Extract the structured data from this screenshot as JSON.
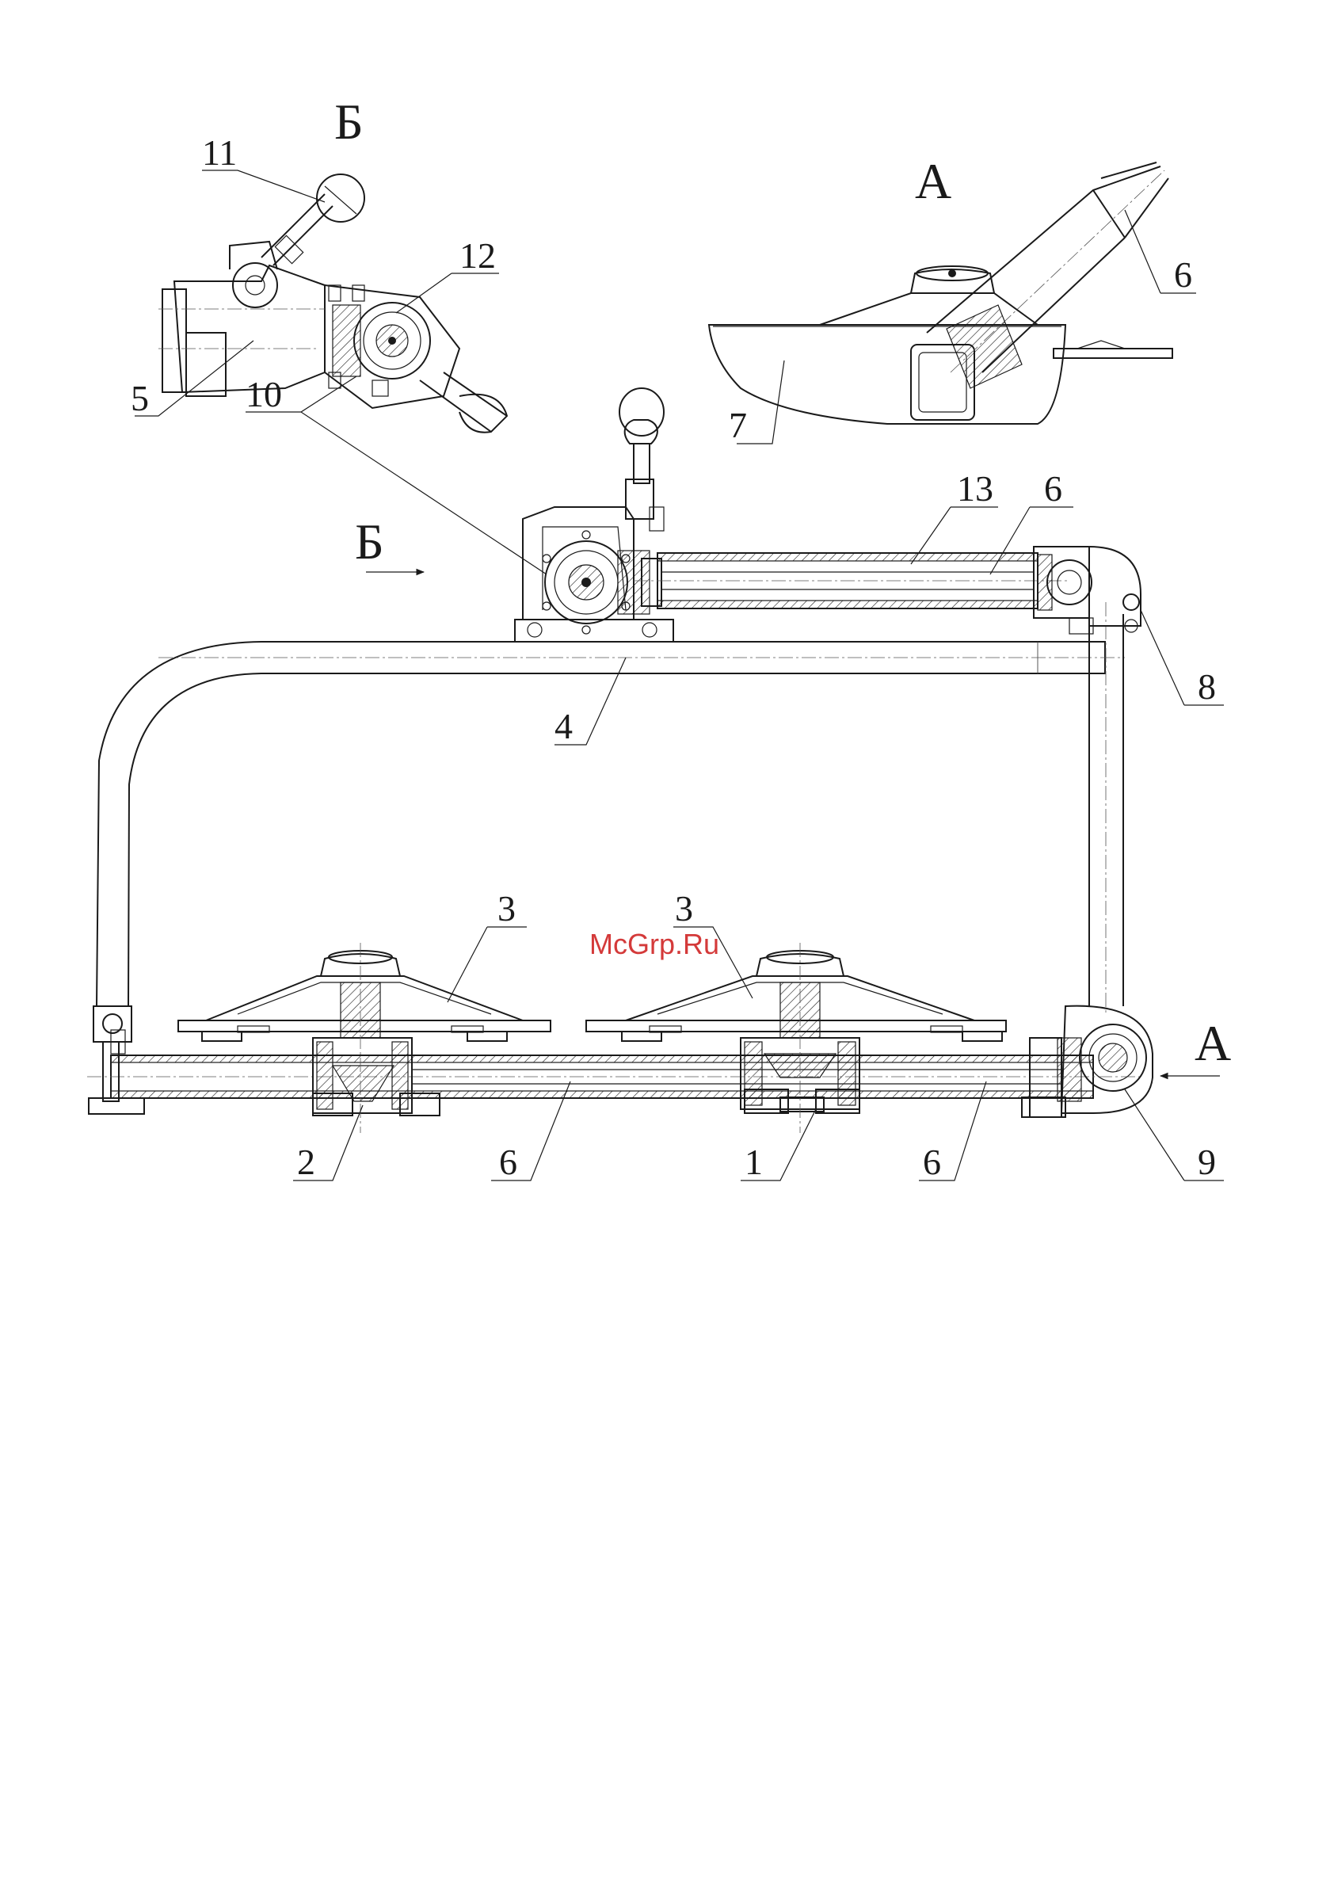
{
  "view_labels": {
    "b_top": "Б",
    "a_top": "А",
    "b_arrow": "Б",
    "a_arrow": "А"
  },
  "callouts": {
    "c11": "11",
    "c12": "12",
    "c5": "5",
    "c10": "10",
    "c6_top": "6",
    "c7": "7",
    "c13": "13",
    "c6_mid": "6",
    "c8": "8",
    "c4": "4",
    "c3_left": "3",
    "c3_right": "3",
    "c2": "2",
    "c6_bl": "6",
    "c1": "1",
    "c6_br": "6",
    "c9": "9"
  },
  "watermark": "McGrp.Ru",
  "colors": {
    "line": "#1a1a1a",
    "watermark": "#d43a3a",
    "background": "#ffffff"
  }
}
